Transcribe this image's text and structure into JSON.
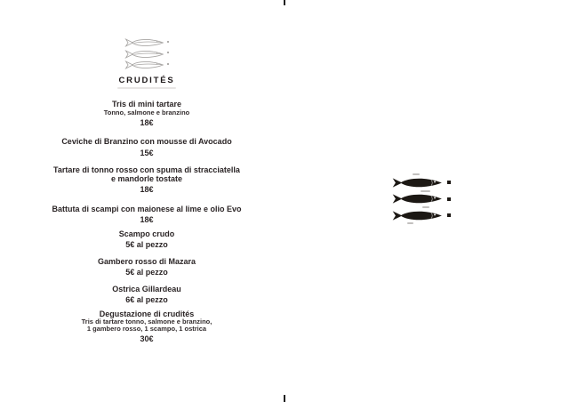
{
  "page": {
    "background": "#ffffff"
  },
  "colors": {
    "text": "#2b2526",
    "heading": "#1c1718",
    "logo_fish_gray": "#a8a6a4",
    "side_fish_dark": "#1c1814",
    "crop_mark": "#1f1f1f"
  },
  "icons": {
    "logo": "sardine-fish-icon",
    "side": "sardine-fish-icon",
    "side_dot": "period-dot",
    "marks": "crop-mark"
  },
  "heading": {
    "title": "CRUDITÉS"
  },
  "menu": {
    "items": [
      {
        "name_lines": [
          "Tris di mini tartare"
        ],
        "sub_lines": [
          "Tonno, salmone e branzino"
        ],
        "price": "18€"
      },
      {
        "name_lines": [
          "Ceviche di Branzino con mousse di Avocado"
        ],
        "price": "15€"
      },
      {
        "name_lines": [
          "Tartare di tonno rosso con spuma di stracciatella",
          "e mandorle tostate"
        ],
        "price": "18€"
      },
      {
        "name_lines": [
          "Battuta di scampi con maionese al lime e olio Evo"
        ],
        "price": "18€"
      },
      {
        "name_lines": [
          "Scampo crudo"
        ],
        "price": "5€ al pezzo"
      },
      {
        "name_lines": [
          "Gambero rosso di Mazara"
        ],
        "price": "5€ al pezzo"
      },
      {
        "name_lines": [
          "Ostrica Gillardeau"
        ],
        "price": "6€ al pezzo"
      },
      {
        "name_lines": [
          "Degustazione di crudités"
        ],
        "sub_lines": [
          "Tris di tartare tonno, salmone e branzino,",
          "1 gambero rosso, 1 scampo, 1 ostrica"
        ],
        "price": "30€"
      }
    ]
  }
}
